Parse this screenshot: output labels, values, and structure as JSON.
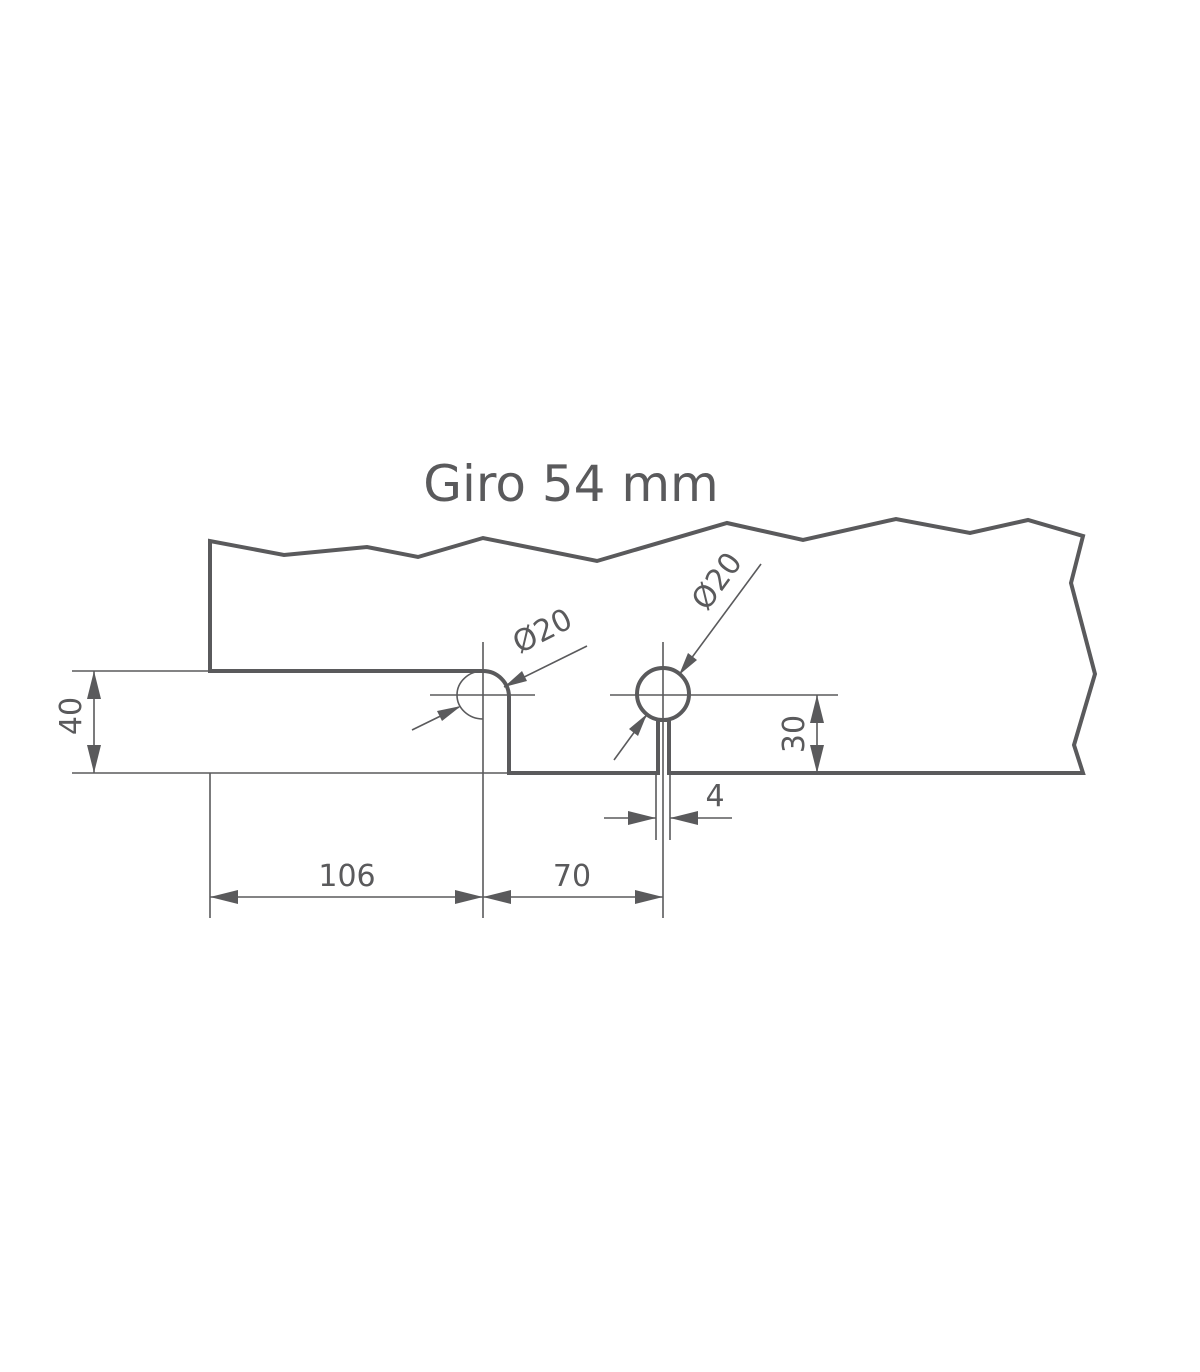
{
  "title": "Giro 54 mm",
  "dimensions": {
    "height_left": "40",
    "hole_left_diameter": "Ø20",
    "hole_right_diameter": "Ø20",
    "height_right": "30",
    "slot_width": "4",
    "offset_first": "106",
    "offset_second": "70"
  },
  "colors": {
    "line": "#5a5a5c",
    "background": "#ffffff"
  }
}
